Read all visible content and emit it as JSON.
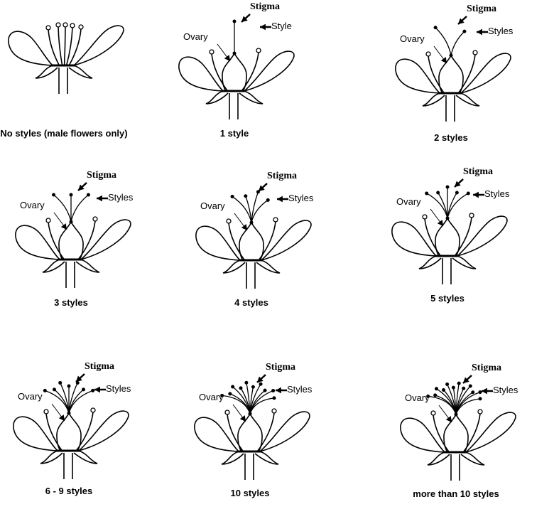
{
  "labels": {
    "stigma": "Stigma",
    "style": "Style",
    "styles": "Styles",
    "ovary": "Ovary"
  },
  "panels": [
    {
      "caption": "No styles (male flowers only)",
      "styles_drawn": 0
    },
    {
      "caption": "1 style",
      "styles_drawn": 1
    },
    {
      "caption": "2 styles",
      "styles_drawn": 2
    },
    {
      "caption": "3 styles",
      "styles_drawn": 3
    },
    {
      "caption": "4 styles",
      "styles_drawn": 4
    },
    {
      "caption": "5 styles",
      "styles_drawn": 5
    },
    {
      "caption": "6 - 9 styles",
      "styles_drawn": 7
    },
    {
      "caption": "10 styles",
      "styles_drawn": 10
    },
    {
      "caption": "more than 10 styles",
      "styles_drawn": 12
    }
  ]
}
